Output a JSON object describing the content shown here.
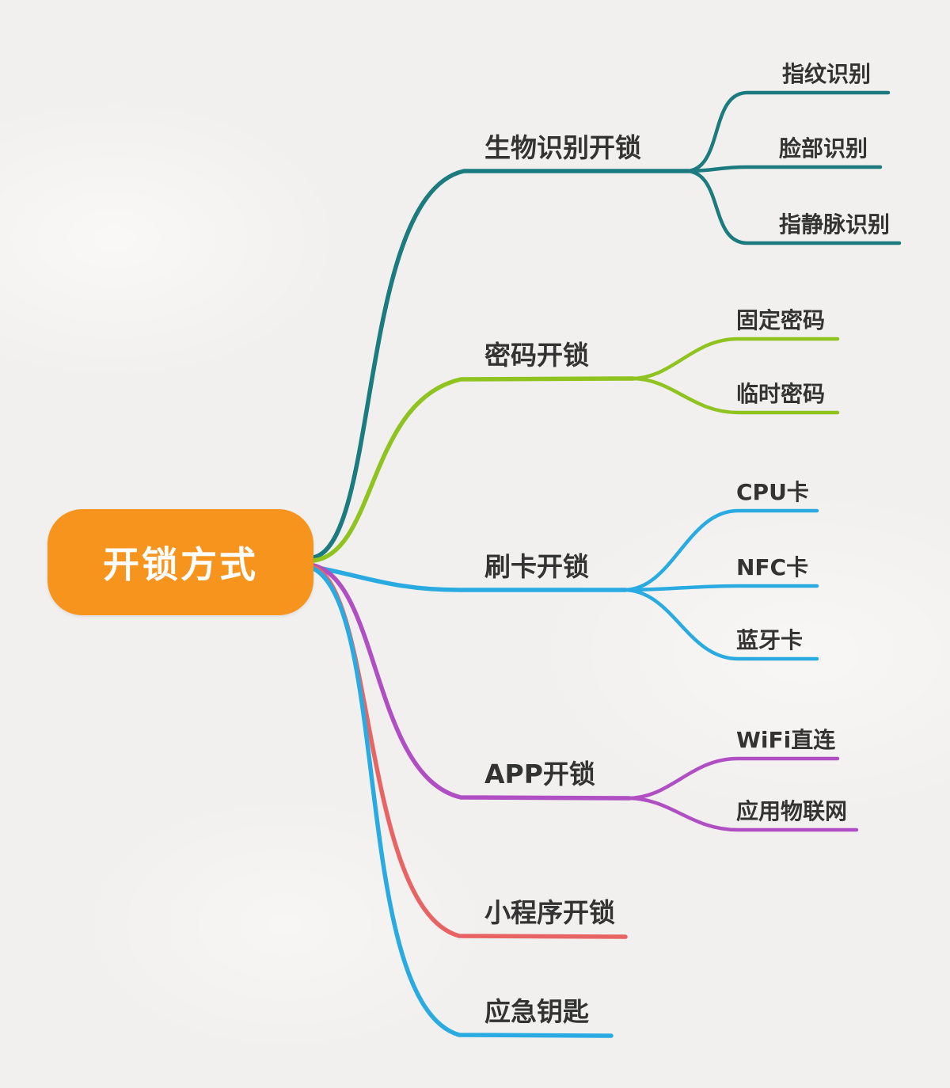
{
  "background_color": "#f2f0ee",
  "root": {
    "label": "开锁方式",
    "color": "#f7941d",
    "text_color": "#ffffff"
  },
  "branches": [
    {
      "label": "生物识别开锁",
      "color": "#1b7b7f",
      "children": [
        {
          "label": "指纹识别"
        },
        {
          "label": "脸部识别"
        },
        {
          "label": "指静脉识别"
        }
      ]
    },
    {
      "label": "密码开锁",
      "color": "#8fc320",
      "children": [
        {
          "label": "固定密码"
        },
        {
          "label": "临时密码"
        }
      ]
    },
    {
      "label": "刷卡开锁",
      "color": "#29abe2",
      "children": [
        {
          "label": "CPU卡"
        },
        {
          "label": "NFC卡"
        },
        {
          "label": "蓝牙卡"
        }
      ]
    },
    {
      "label": "APP开锁",
      "color": "#b04ec3",
      "children": [
        {
          "label": "WiFi直连"
        },
        {
          "label": "应用物联网"
        }
      ]
    },
    {
      "label": "小程序开锁",
      "color": "#e86464",
      "children": []
    },
    {
      "label": "应急钥匙",
      "color": "#29abe2",
      "children": []
    }
  ]
}
